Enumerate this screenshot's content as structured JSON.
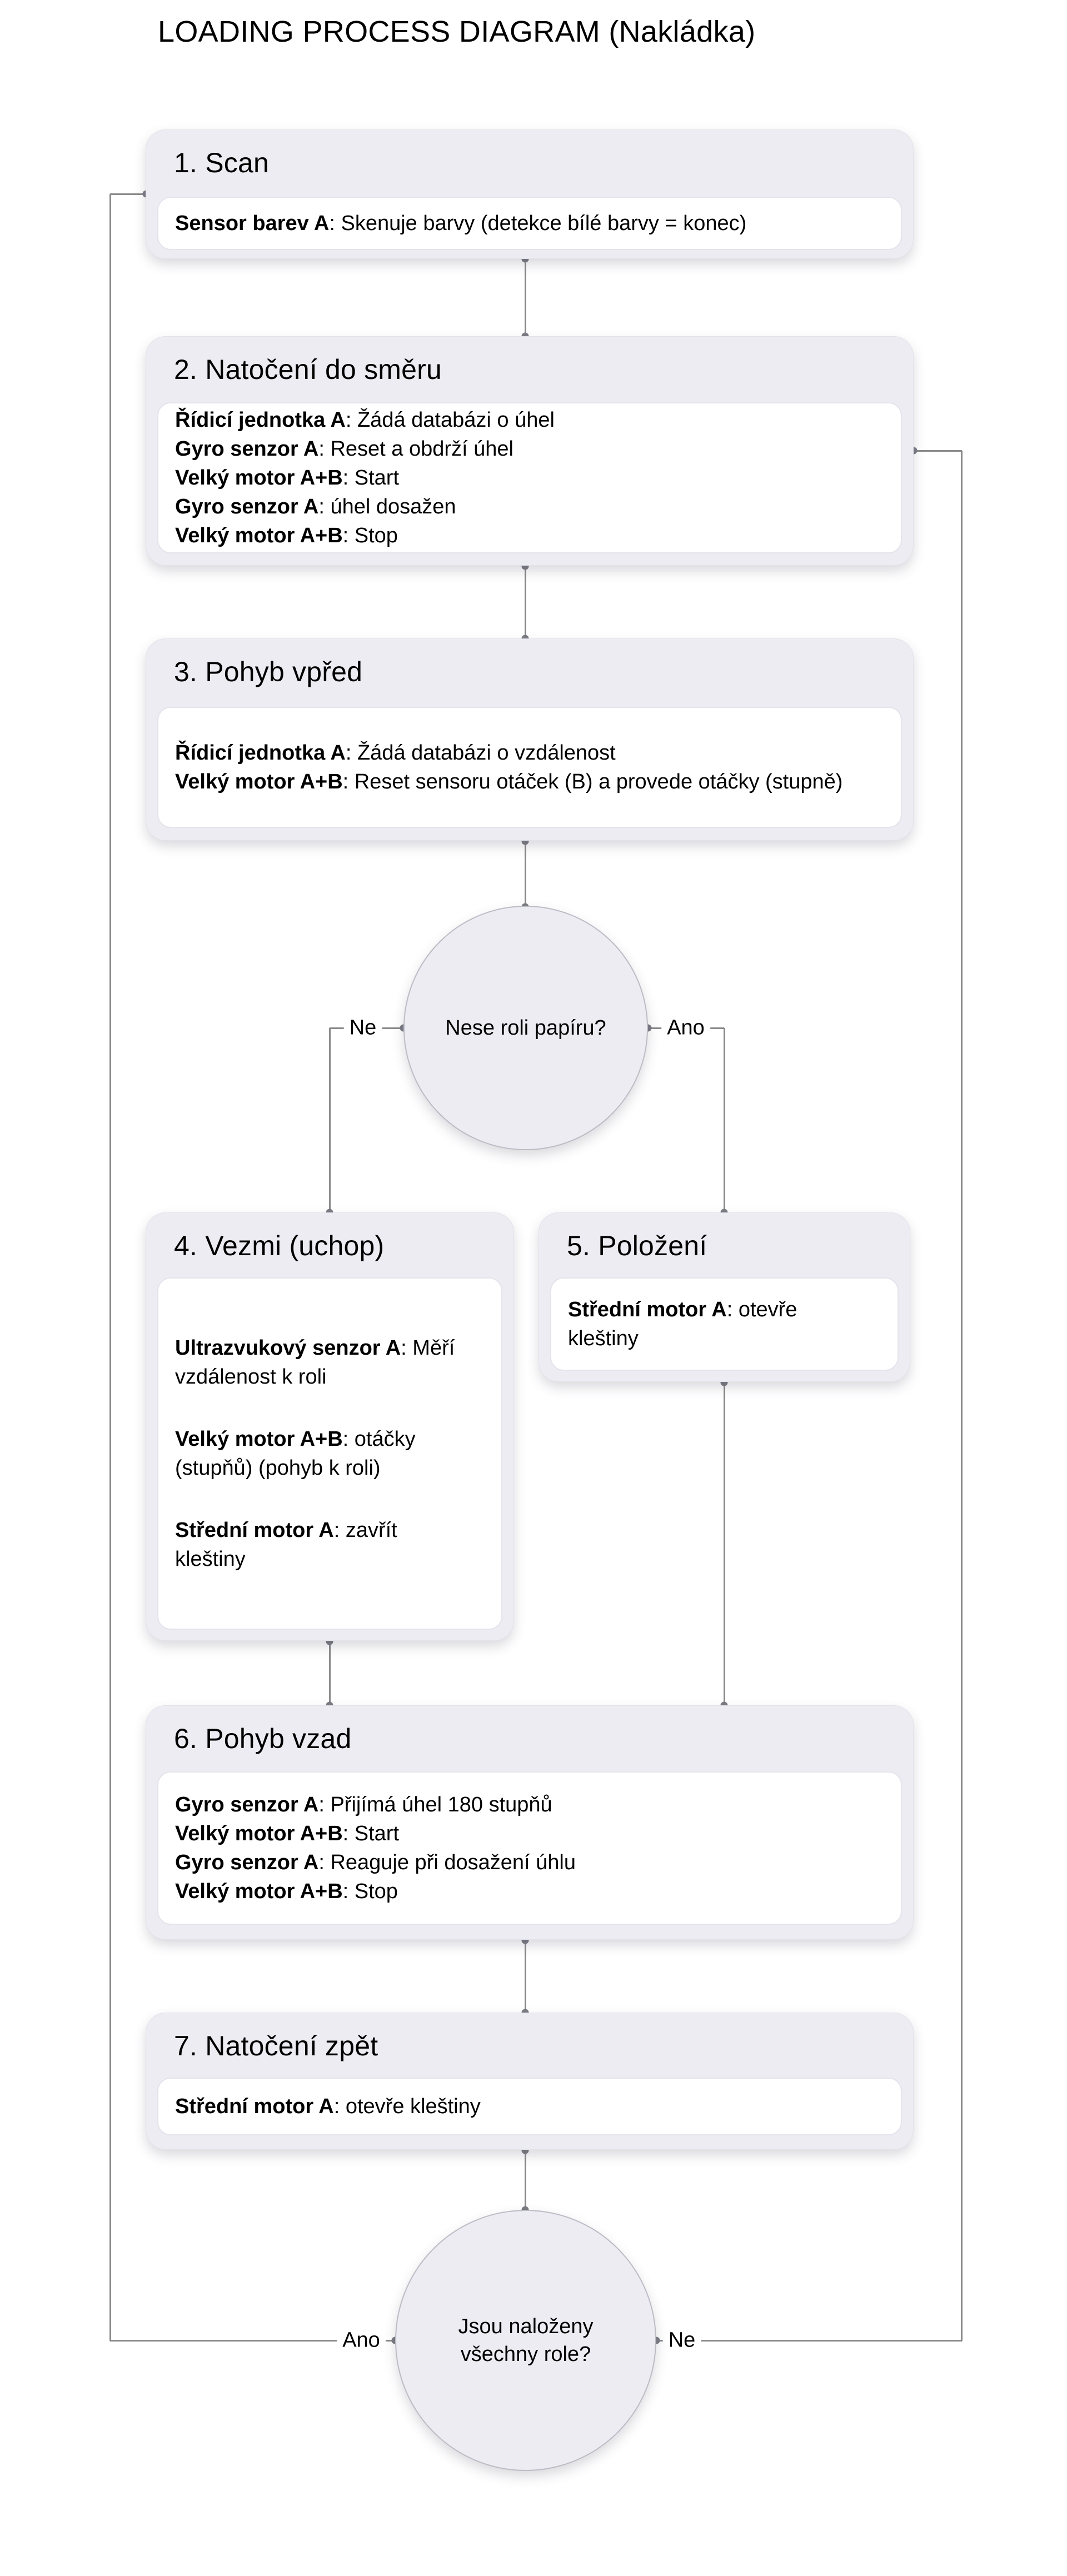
{
  "title": "LOADING PROCESS DIAGRAM (Nakládka)",
  "colors": {
    "node_fill": "#ececf2",
    "panel_fill": "#ffffff",
    "edge": "#8a8a8a"
  },
  "steps": {
    "scan": {
      "header": "1. Scan",
      "lines": [
        {
          "bold": "Sensor barev A",
          "rest": ": Skenuje barvy (detekce bílé barvy = konec)"
        }
      ]
    },
    "turn_to_direction": {
      "header": "2. Natočení do směru",
      "lines": [
        {
          "bold": "Řídicí jednotka A",
          "rest": ": Žádá databázi o úhel"
        },
        {
          "bold": "Gyro senzor A",
          "rest": ": Reset a obdrží úhel"
        },
        {
          "bold": "Velký motor A+B",
          "rest": ": Start"
        },
        {
          "bold": "Gyro senzor A",
          "rest": ": úhel dosažen"
        },
        {
          "bold": "Velký motor A+B",
          "rest": ": Stop"
        }
      ]
    },
    "move_forward": {
      "header": "3. Pohyb vpřed",
      "lines": [
        {
          "bold": "Řídicí jednotka A",
          "rest": ": Žádá databázi o vzdálenost"
        },
        {
          "bold": "Velký motor A+B",
          "rest": ": Reset sensoru otáček (B) a provede otáčky (stupně)"
        }
      ]
    },
    "take": {
      "header": "4. Vezmi (uchop)",
      "lines": [
        {
          "bold": "Ultrazvukový senzor A",
          "rest": ": Měří vzdálenost k roli"
        },
        {
          "bold": "Velký motor A+B",
          "rest": ": otáčky (stupňů) (pohyb k roli)"
        },
        {
          "bold": "Střední motor A",
          "rest": ": zavřít kleštiny"
        }
      ]
    },
    "place": {
      "header": "5. Položení",
      "lines": [
        {
          "bold": "Střední motor A",
          "rest": ": otevře kleštiny"
        }
      ]
    },
    "move_backward": {
      "header": "6. Pohyb vzad",
      "lines": [
        {
          "bold": "Gyro senzor A",
          "rest": ": Přijímá úhel 180 stupňů"
        },
        {
          "bold": "Velký motor A+B",
          "rest": ": Start"
        },
        {
          "bold": "Gyro senzor A",
          "rest": ": Reaguje při dosažení úhlu"
        },
        {
          "bold": "Velký motor A+B",
          "rest": ": Stop"
        }
      ]
    },
    "turn_back": {
      "header": "7. Natočení zpět",
      "lines": [
        {
          "bold": "Střední motor A",
          "rest": ": otevře kleštiny"
        }
      ]
    }
  },
  "decisions": {
    "carrying_roll": {
      "text": "Nese roli papíru?",
      "left_label": "Ne",
      "right_label": "Ano"
    },
    "all_loaded": {
      "text": "Jsou naloženy všechny role?",
      "left_label": "Ano",
      "right_label": "Ne"
    }
  }
}
